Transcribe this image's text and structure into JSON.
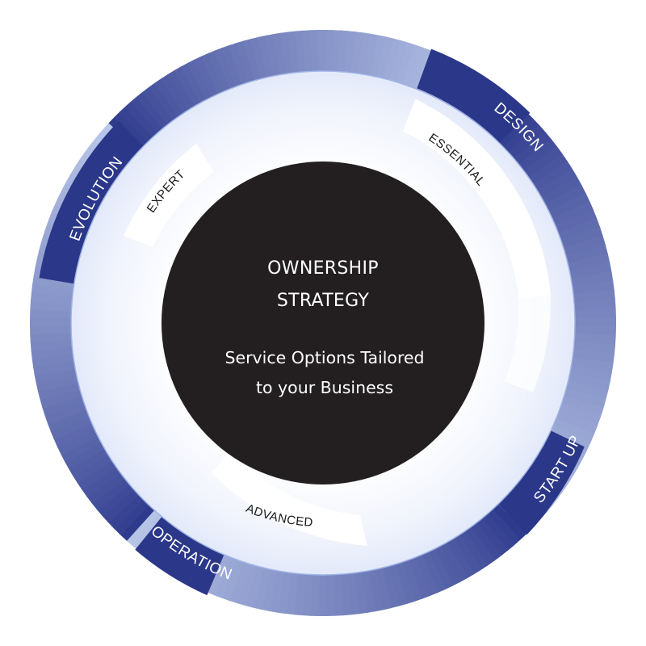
{
  "center": {
    "title_line1": "OWNERSHIP",
    "title_line2": "STRATEGY",
    "subtitle_line1": "Service Options Tailored",
    "subtitle_line2": "to your Business"
  },
  "outer_phases": [
    {
      "label": "DESIGN"
    },
    {
      "label": "START UP"
    },
    {
      "label": "OPERATION"
    },
    {
      "label": "EVOLUTION"
    }
  ],
  "service_levels": [
    {
      "label": "ESSENTIAL"
    },
    {
      "label": "ADVANCED"
    },
    {
      "label": "EXPERT"
    }
  ],
  "colors": {
    "ring_dark": "#2e3a8c",
    "ring_light": "#c4d2f1",
    "core": "#231f20",
    "inner_glow": "#e4ebfa"
  }
}
